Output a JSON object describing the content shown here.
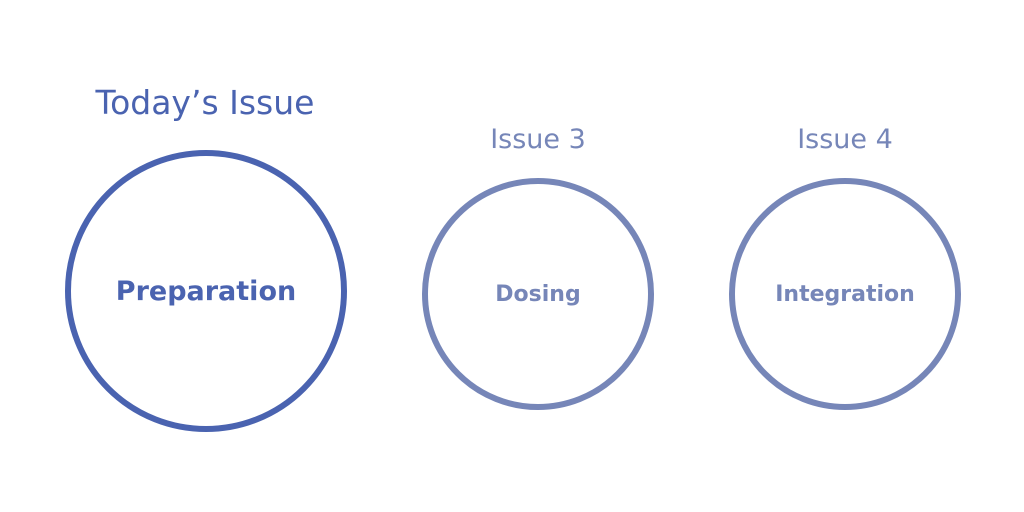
{
  "issues": [
    {
      "heading": "Today’s Issue",
      "topic": "Preparation",
      "status": "current"
    },
    {
      "heading": "Issue 3",
      "topic": "Dosing",
      "status": "upcoming"
    },
    {
      "heading": "Issue 4",
      "topic": "Integration",
      "status": "upcoming"
    }
  ],
  "colors": {
    "current": "#4a63b0",
    "upcoming": "#7686b8",
    "background": "#ffffff"
  }
}
